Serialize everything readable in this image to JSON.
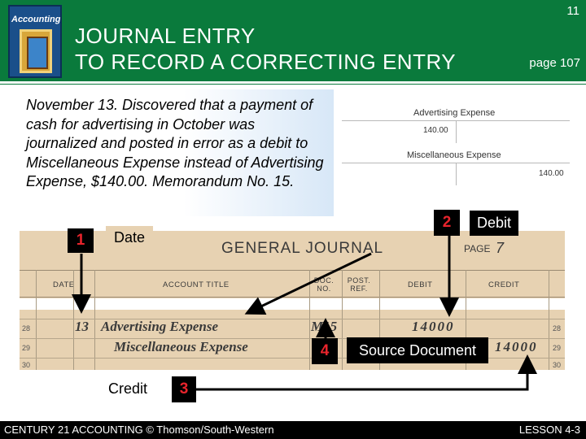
{
  "header": {
    "slide_number": "11",
    "book_brand": "Accounting",
    "title_line1": "JOURNAL ENTRY",
    "title_line2": "TO RECORD A CORRECTING ENTRY",
    "page_ref": "page 107"
  },
  "intro": {
    "text": "November 13. Discovered that a payment of cash for advertising in October was journalized and posted in error as a debit to Miscellaneous Expense instead of Advertising Expense, $140.00. Memorandum No. 15."
  },
  "t_accounts": [
    {
      "name": "Advertising Expense",
      "debit": "140.00",
      "credit": ""
    },
    {
      "name": "Miscellaneous Expense",
      "debit": "",
      "credit": "140.00"
    }
  ],
  "callouts": {
    "step1": {
      "number": "1",
      "label": "Date"
    },
    "step2": {
      "number": "2",
      "label": "Debit"
    },
    "step3": {
      "number": "3",
      "label": "Credit"
    },
    "step4": {
      "number": "4",
      "label": "Source Document"
    }
  },
  "journal": {
    "title": "GENERAL JOURNAL",
    "page_label": "PAGE",
    "page_number": "7",
    "columns": {
      "date": "DATE",
      "account_title": "ACCOUNT TITLE",
      "doc_no": "DOC. NO.",
      "post_ref": "POST. REF.",
      "debit": "DEBIT",
      "credit": "CREDIT"
    },
    "line_numbers": [
      "28",
      "29",
      "30"
    ],
    "rows": [
      {
        "date": "13",
        "account": "Advertising Expense",
        "doc": "M15",
        "debit": "14000",
        "credit": ""
      },
      {
        "date": "",
        "account": "Miscellaneous Expense",
        "doc": "",
        "debit": "",
        "credit": "14000"
      }
    ]
  },
  "footer": {
    "left": "CENTURY 21 ACCOUNTING © Thomson/South-Western",
    "right": "LESSON 4-3"
  },
  "colors": {
    "header_green": "#0a7a3c",
    "callout_number_red": "#e8242c",
    "journal_paper": "#e7d2b2"
  }
}
